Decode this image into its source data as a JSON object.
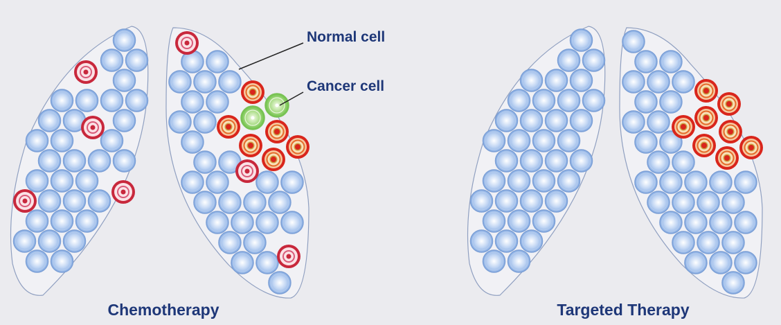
{
  "labels": {
    "normal_cell": "Normal cell",
    "cancer_cell": "Cancer cell"
  },
  "panels": [
    {
      "caption": "Chemotherapy"
    },
    {
      "caption": "Targeted Therapy"
    }
  ],
  "colors": {
    "text": "#1e3778",
    "normal_cell": "#8fb3e6",
    "cancer_cell": "#d9261c",
    "damaged_cell": "#c8283c",
    "green_cell": "#7cc65a",
    "background": "#ebebef"
  }
}
